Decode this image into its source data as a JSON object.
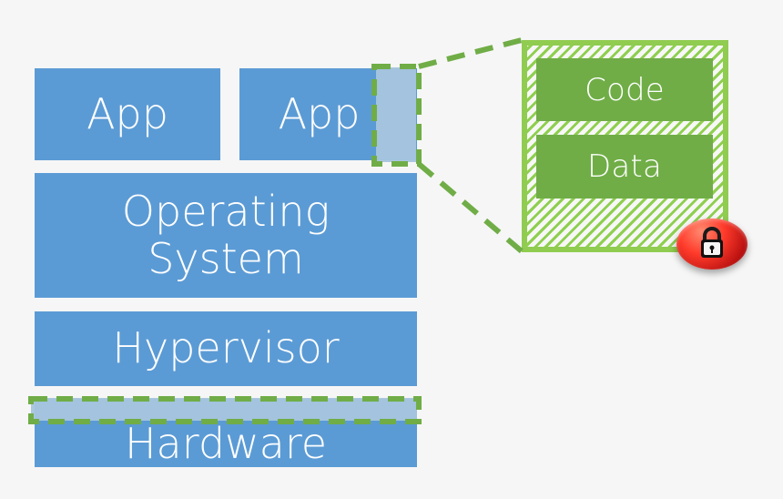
{
  "diagram": {
    "layers": {
      "app_left": "App",
      "app_right": "App",
      "operating_system": "Operating\nSystem",
      "hypervisor": "Hypervisor",
      "hardware": "Hardware"
    },
    "enclave": {
      "code": "Code",
      "data": "Data"
    },
    "colors": {
      "background": "#f6f6f6",
      "blue": "#5b9bd5",
      "green": "#70ad47",
      "dash_green": "#70ad47",
      "highlight_blue": "#a8c5de",
      "badge_red": "#ff3b2b"
    },
    "icons": {
      "lock": "lock-icon"
    }
  }
}
